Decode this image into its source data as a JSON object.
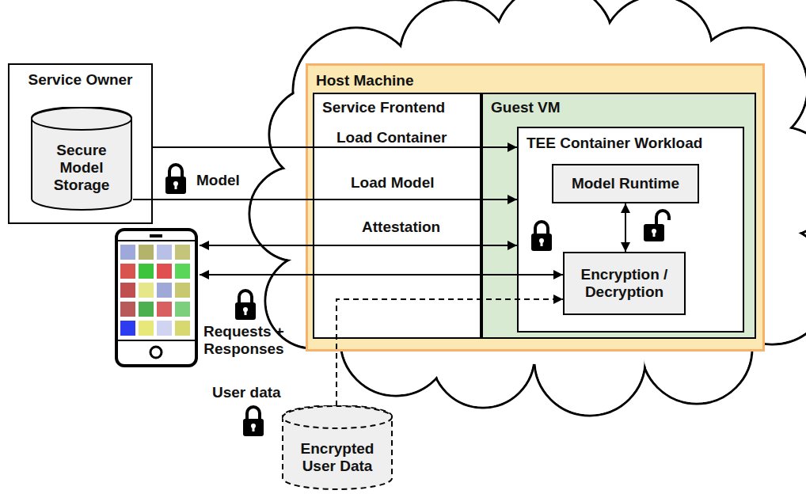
{
  "diagram": {
    "nodes": [
      {
        "text": [
          "Service Owner"
        ]
      },
      {
        "text": [
          "Secure Model Storage"
        ],
        "in": 0
      },
      {
        "text": [
          "Host Machine"
        ]
      },
      {
        "text": [
          "Service Frontend"
        ],
        "in": 2
      },
      {
        "text": [
          "Guest VM"
        ],
        "in": 2
      },
      {
        "text": [
          "TEE Container Workload"
        ],
        "in": 4
      },
      {
        "text": [
          "Model Runtime"
        ],
        "in": 5
      },
      {
        "text": [
          "Encryption / Decryption"
        ],
        "in": 5
      },
      {
        "text": [
          "Encrypted User Data"
        ]
      }
    ],
    "edges": [
      {
        "from": 0,
        "to": 5,
        "label": "Load Container",
        "arrow": "to"
      },
      {
        "from": 1,
        "to": 5,
        "label": "Load Model",
        "arrow": "to"
      },
      {
        "from": 6,
        "to": 7,
        "arrow": "both"
      },
      {
        "from": 8,
        "to": 7,
        "arrow": "to"
      }
    ],
    "labels": [
      "Model",
      "Attestation",
      "Requests + Responses",
      "User data"
    ]
  }
}
